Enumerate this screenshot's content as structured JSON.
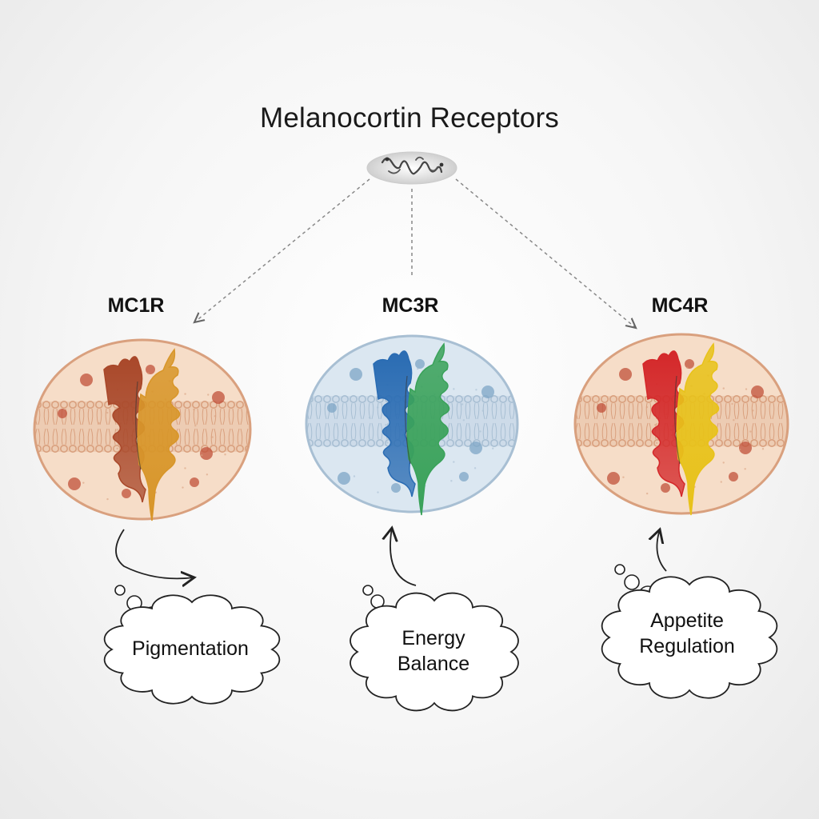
{
  "title": "Melanocortin Receptors",
  "receptors": [
    {
      "name": "MC1R",
      "function_lines": [
        "Pigmentation"
      ],
      "colors": {
        "left_helix": "#a9482a",
        "right_helix": "#d8962a",
        "cell_fill": "#f6ddc8",
        "cell_stroke": "#d9a07e",
        "vesicle": "#c0503a"
      }
    },
    {
      "name": "MC3R",
      "function_lines": [
        "Energy",
        "Balance"
      ],
      "colors": {
        "left_helix": "#2a6cb3",
        "right_helix": "#3aa25a",
        "cell_fill": "#dbe7f1",
        "cell_stroke": "#a8bfd3",
        "vesicle": "#7ea6c6"
      }
    },
    {
      "name": "MC4R",
      "function_lines": [
        "Appetite",
        "Regulation"
      ],
      "colors": {
        "left_helix": "#d4282a",
        "right_helix": "#e8c21a",
        "cell_fill": "#f6ddc8",
        "cell_stroke": "#d9a07e",
        "vesicle": "#c0503a"
      }
    }
  ],
  "ligand_icon": "peptide-ligand-icon"
}
